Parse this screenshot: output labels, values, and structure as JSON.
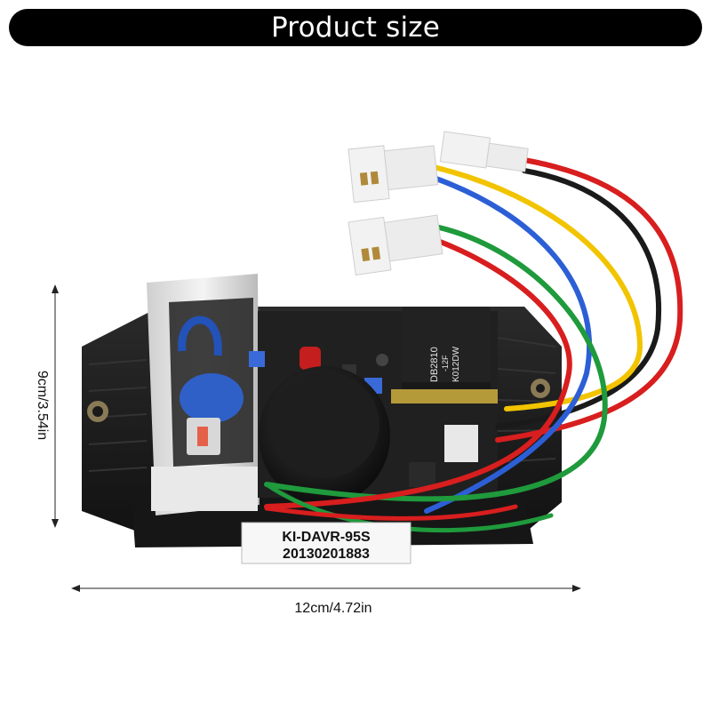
{
  "header": {
    "title": "Product size"
  },
  "dimensions": {
    "height_label": "9cm/3.54in",
    "width_label": "12cm/4.72in"
  },
  "product": {
    "model_label": "KI-DAVR-95S",
    "serial_label": "20130201883",
    "transformer_text": [
      "DB2810",
      "-12F",
      "K012DW"
    ]
  },
  "colors": {
    "header_bg": "#000000",
    "header_text": "#ffffff",
    "housing": "#1c1c1c",
    "wire_red": "#d81e1e",
    "wire_yellow": "#f2c400",
    "wire_blue": "#2c5fd6",
    "wire_green": "#1f9a3c",
    "wire_black": "#1a1a1a"
  }
}
